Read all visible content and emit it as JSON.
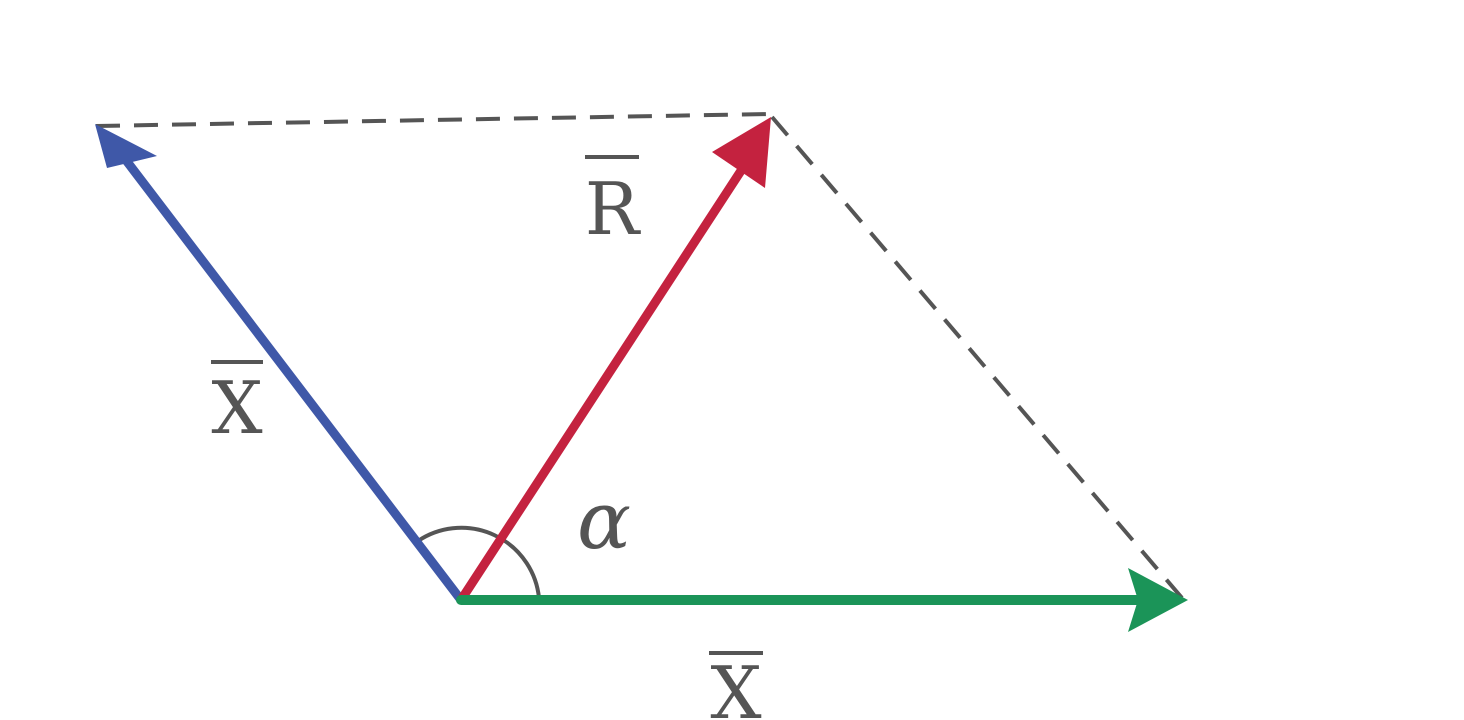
{
  "diagram": {
    "labels": {
      "blue_vector": "X",
      "red_vector": "R",
      "green_vector": "X",
      "angle": "α"
    },
    "colors": {
      "blue_vector": "#3f58a8",
      "red_vector": "#c4223f",
      "green_vector": "#1b9458",
      "guide_lines": "#555555",
      "angle_arc": "#555555",
      "text": "#555555"
    }
  }
}
